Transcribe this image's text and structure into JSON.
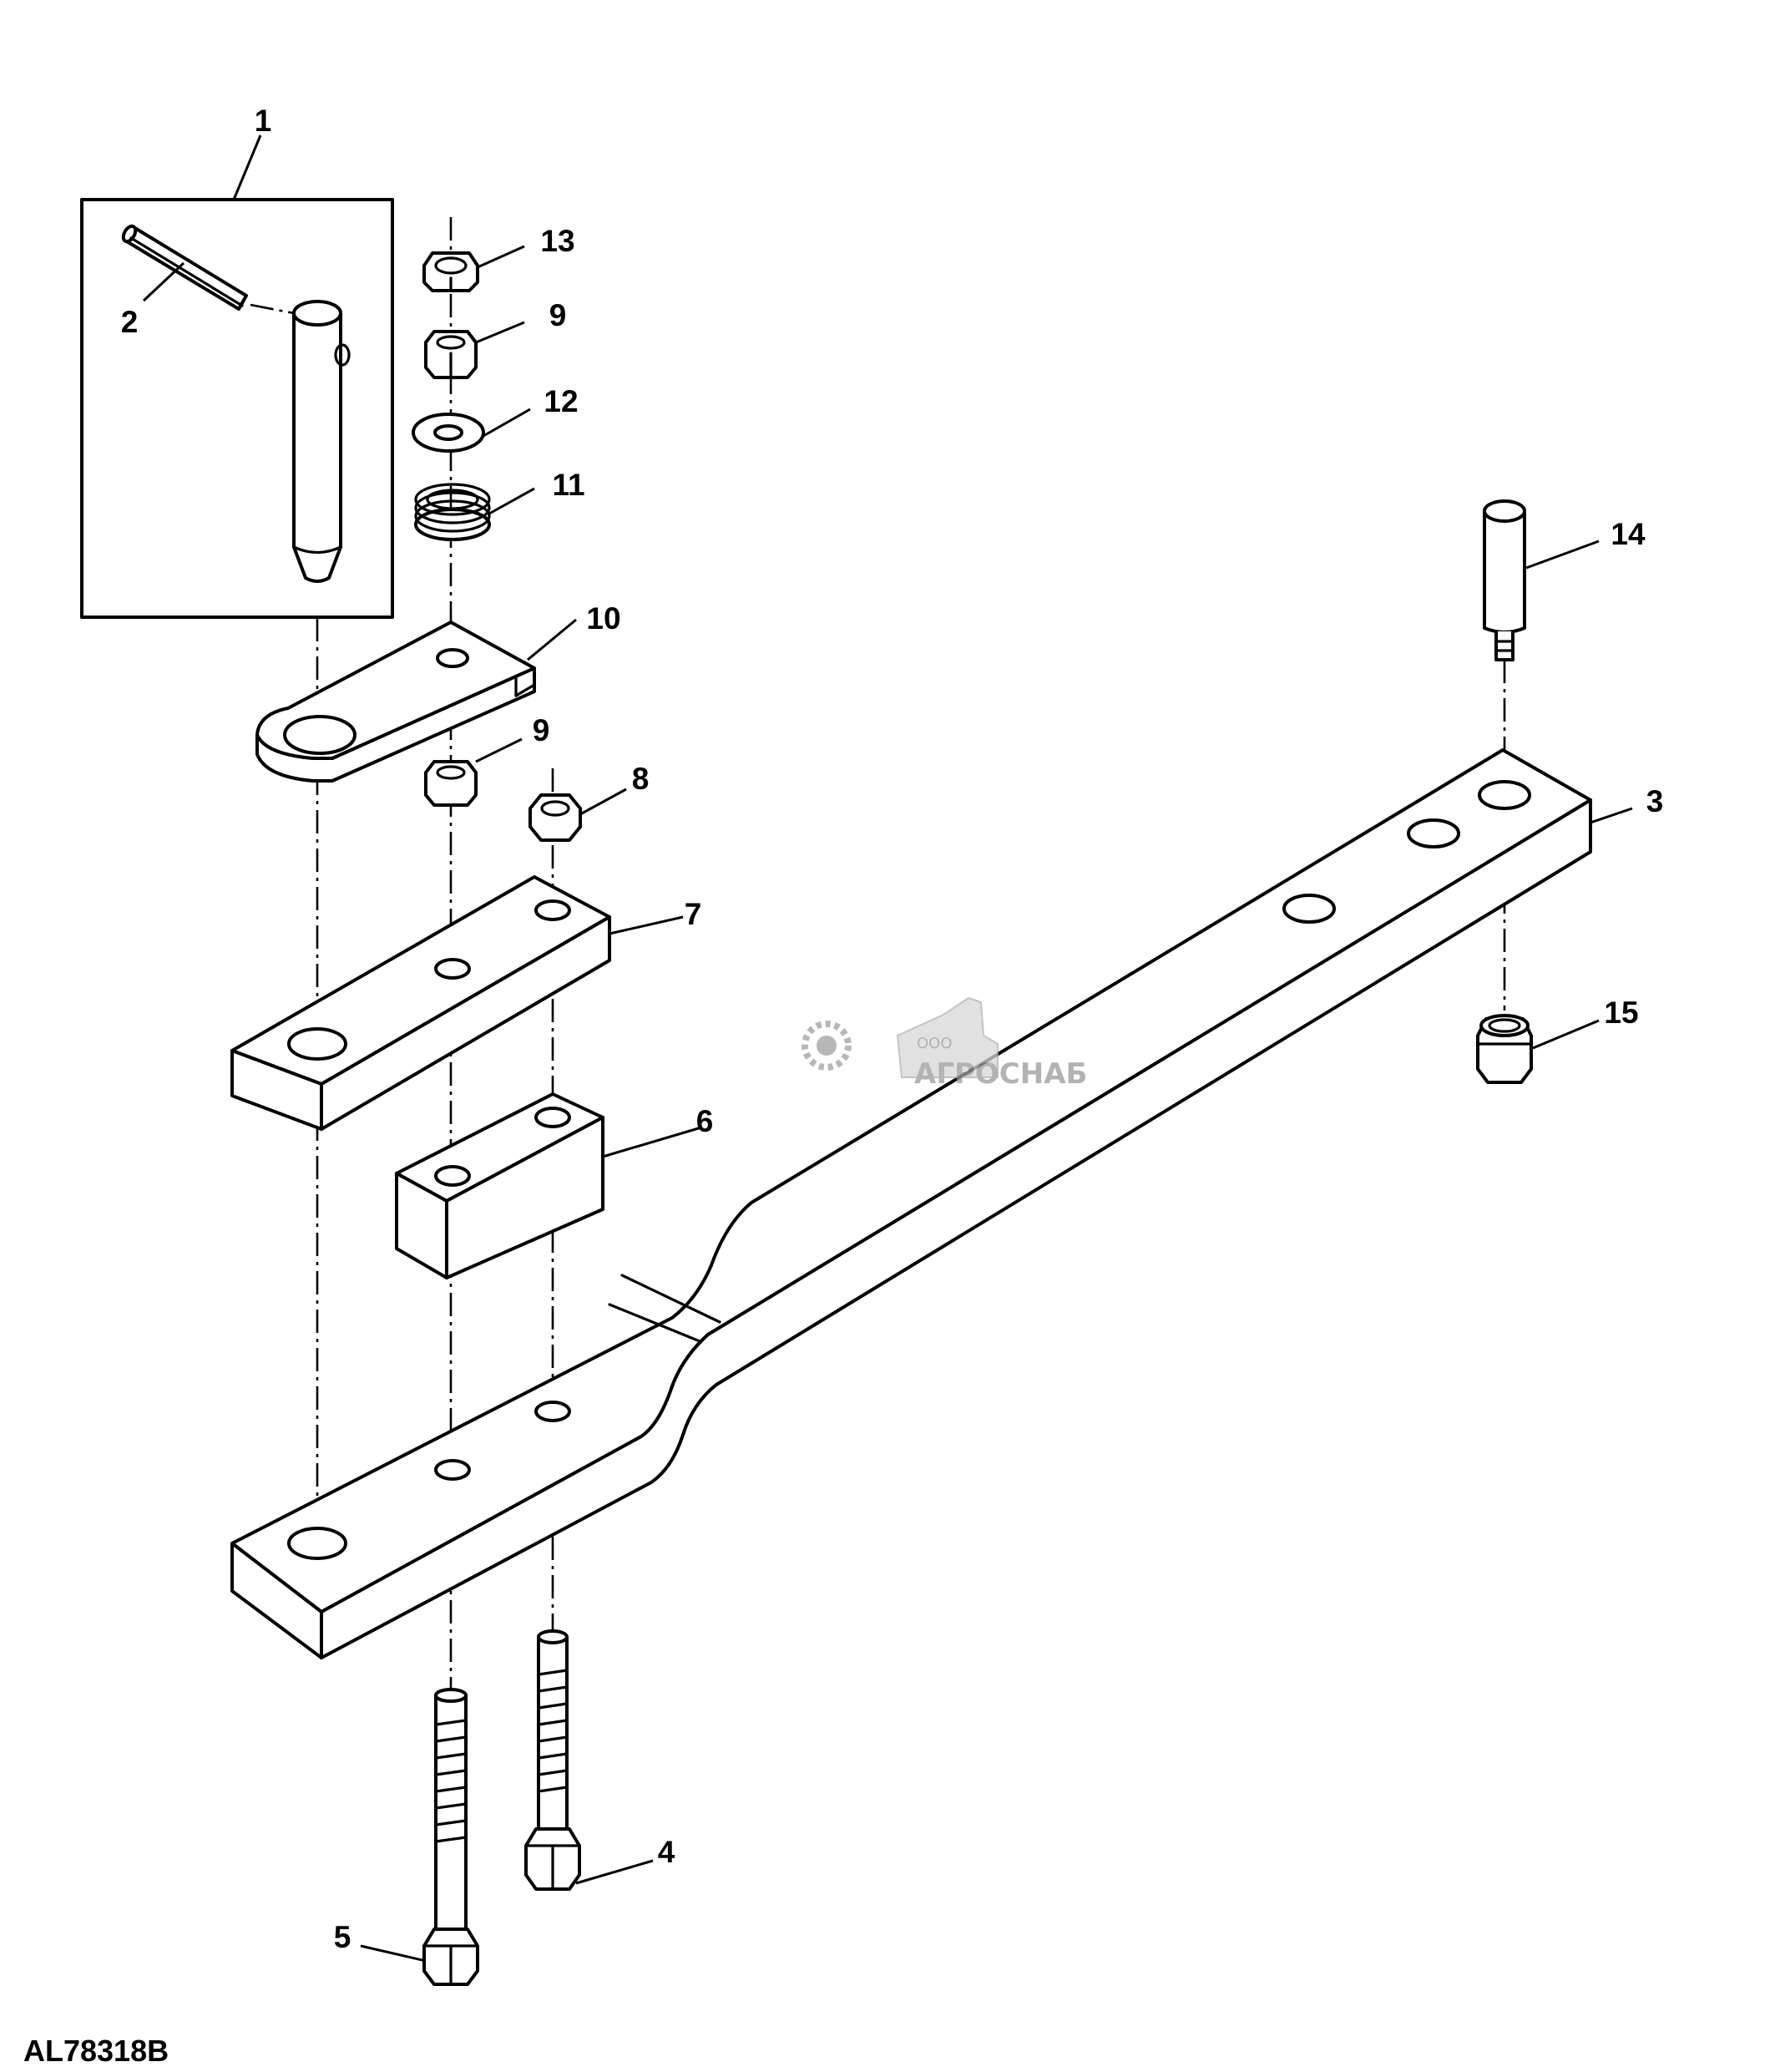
{
  "figure_id": "AL78318B",
  "callouts": {
    "c1": "1",
    "c2": "2",
    "c3": "3",
    "c4": "4",
    "c5": "5",
    "c6": "6",
    "c7": "7",
    "c8": "8",
    "c9a": "9",
    "c9b": "9",
    "c10": "10",
    "c11": "11",
    "c12": "12",
    "c13": "13",
    "c14": "14",
    "c15": "15"
  },
  "watermark": {
    "company_prefix": "ООО",
    "company_name": "АГРОСНАБ"
  }
}
